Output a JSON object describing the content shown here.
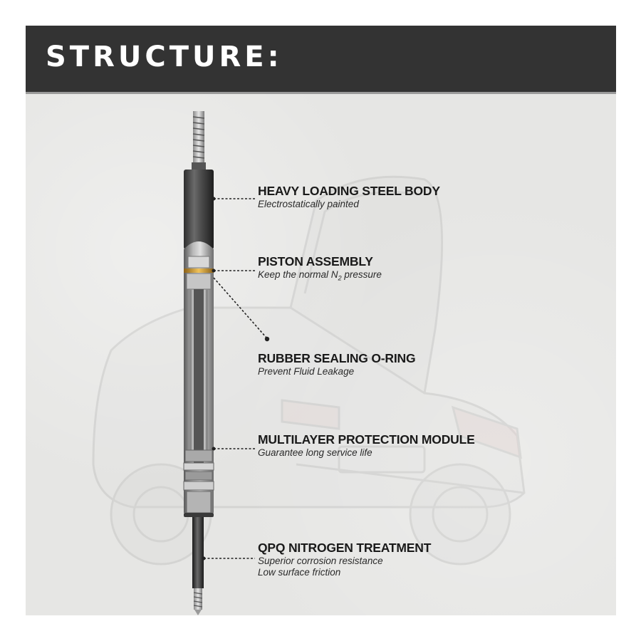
{
  "header": {
    "title": "STRUCTURE:"
  },
  "callouts": [
    {
      "title": "HEAVY LOADING STEEL BODY",
      "lines": [
        "Electrostatically painted"
      ]
    },
    {
      "title": "PISTON ASSEMBLY",
      "lines": [
        "Keep the normal N",
        "2",
        " pressure"
      ]
    },
    {
      "title": "RUBBER SEALING O-RING",
      "lines": [
        "Prevent Fluid Leakage"
      ]
    },
    {
      "title": "MULTILAYER PROTECTION MODULE",
      "lines": [
        "Guarantee long service life"
      ]
    },
    {
      "title": "QPQ NITROGEN TREATMENT",
      "lines": [
        "Superior  corrosion resistance",
        "Low surface friction"
      ]
    }
  ],
  "colors": {
    "header_bg": "#333333",
    "header_text": "#ffffff",
    "background": "#e6e6e4",
    "oring": "#d9a43a",
    "leader": "#222222"
  }
}
